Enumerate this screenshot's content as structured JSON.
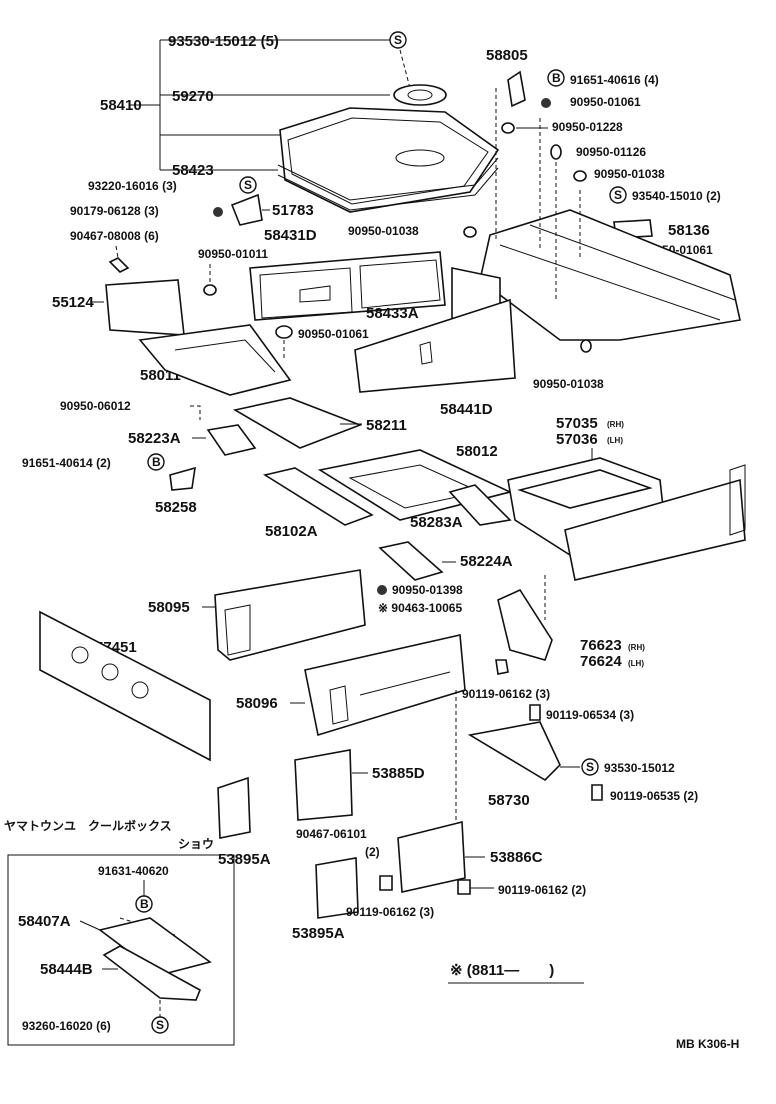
{
  "parts": {
    "p93530_top": "93530-15012 (5)",
    "p58410": "58410",
    "p59270": "59270",
    "p58423": "58423",
    "p93220": "93220-16016 (3)",
    "p90179": "90179-06128 (3)",
    "p51783": "51783",
    "p90467_a": "90467-08008 (6)",
    "p58431D": "58431D",
    "p90950_01011": "90950-01011",
    "p55124": "55124",
    "p90950_01061_mid": "90950-01061",
    "p58011": "58011",
    "p90950_06012": "90950-06012",
    "p58223A": "58223A",
    "p91651_40614": "91651-40614 (2)",
    "p58258": "58258",
    "p58211": "58211",
    "p58012": "58012",
    "p58102A": "58102A",
    "p58283A": "58283A",
    "p58805": "58805",
    "p91651_40616": "91651-40616 (4)",
    "p90950_01061_top": "90950-01061",
    "p90950_01228": "90950-01228",
    "p90950_01126": "90950-01126",
    "p90950_01038_r": "90950-01038",
    "p93540": "93540-15010 (2)",
    "p58136": "58136",
    "p90950_01061_r": "90950-01061",
    "p90950_01038_l": "90950-01038",
    "p58433A": "58433A",
    "p58441D": "58441D",
    "p90950_01038_b": "90950-01038",
    "p57035": "57035",
    "p57035_side": "(RH)",
    "p57036": "57036",
    "p57036_side": "(LH)",
    "p58224A": "58224A",
    "p90950_01398": "90950-01398",
    "p90463": "※ 90463-10065",
    "p58095": "58095",
    "p57451": "57451",
    "p76623": "76623",
    "p76623_side": "(RH)",
    "p76624": "76624",
    "p76624_side": "(LH)",
    "p90119_06162_a": "90119-06162 (3)",
    "p58096": "58096",
    "p90119_06534": "90119-06534 (3)",
    "p53885D": "53885D",
    "p93530_b": "93530-15012",
    "p58730": "58730",
    "p90119_06535": "90119-06535 (2)",
    "p90467_06101": "90467-06101",
    "p90467_06101_qty": "(2)",
    "p53895A_a": "53895A",
    "p53886C": "53886C",
    "p90119_06162_b": "90119-06162 (2)",
    "p90119_06162_c": "90119-06162 (3)",
    "p53895A_b": "53895A",
    "p91631": "91631-40620",
    "p58407A": "58407A",
    "p58444B": "58444B",
    "p93260": "93260-16020 (6)"
  },
  "inset_note_line1": "ヤマトウンユ　クールボックス",
  "inset_note_line2": "ショウ",
  "effective_note": "※ (8811—　　)",
  "diagram_code": "MB K306-H",
  "symbols": {
    "s": "S",
    "b": "B"
  }
}
